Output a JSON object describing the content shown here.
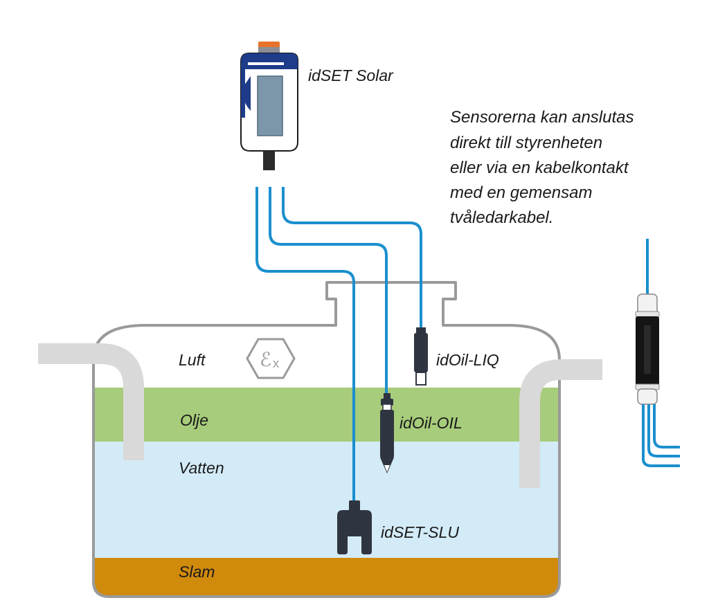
{
  "controller": {
    "label": "idSET Solar"
  },
  "note": {
    "lines": [
      "Sensorerna kan anslutas",
      "direkt till styrenheten",
      "eller via en kabelkontakt",
      "med en gemensam",
      "tvåledarkabel."
    ]
  },
  "layers": {
    "air": "Luft",
    "oil": "Olje",
    "water": "Vatten",
    "sludge": "Slam"
  },
  "sensors": {
    "liq": "idOil-LIQ",
    "oil": "idOil-OIL",
    "slu": "idSET-SLU"
  },
  "colors": {
    "cable": "#1a8fce",
    "tank_outline": "#9a9a9a",
    "pipe": "#d9d9d9",
    "oil_layer": "#a7cc7b",
    "water_layer": "#d3ebf7",
    "sludge_layer": "#d08a0c",
    "controller_blue": "#1f3c8a",
    "sensor_body": "#2f3540"
  },
  "icons": {
    "ex_symbol": "ex-explosion-protection-icon"
  }
}
